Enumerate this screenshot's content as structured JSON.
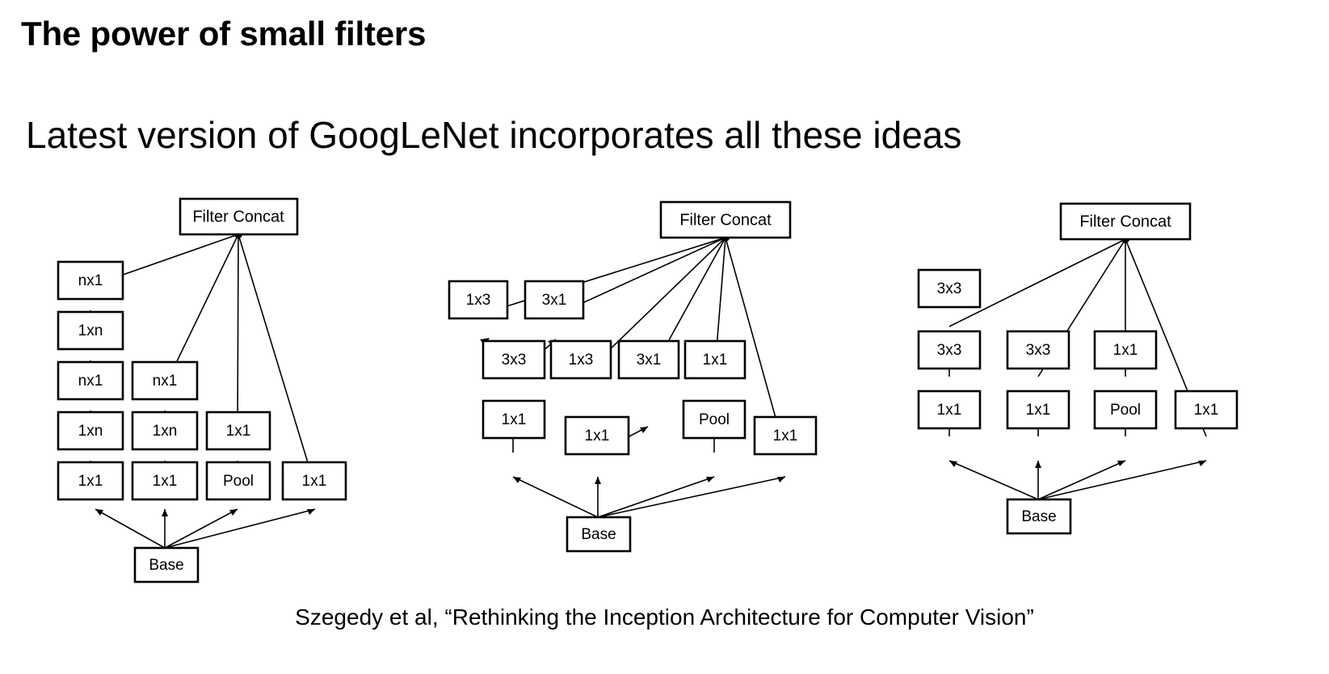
{
  "slide": {
    "title": "The power of small filters",
    "subtitle": "Latest version of GoogLeNet incorporates all these ideas",
    "caption": "Szegedy et al, “Rethinking the Inception Architecture for Computer Vision”",
    "background_color": "#ffffff",
    "text_color": "#000000",
    "stroke_color": "#000000"
  },
  "diagrams": [
    {
      "id": "inception-module-left",
      "name": "asymmetric-factorized-nxn-module",
      "concat_label": "Filter Concat",
      "base_label": "Base",
      "branches": [
        {
          "name": "branch-1-deep-asymmetric",
          "nodes": [
            "1x1",
            "1xn",
            "nx1",
            "1xn",
            "nx1"
          ]
        },
        {
          "name": "branch-2-asymmetric",
          "nodes": [
            "1x1",
            "1xn",
            "nx1"
          ]
        },
        {
          "name": "branch-3-pool",
          "nodes": [
            "Pool",
            "1x1"
          ]
        },
        {
          "name": "branch-4-projection",
          "nodes": [
            "1x1"
          ]
        }
      ]
    },
    {
      "id": "inception-module-middle",
      "name": "expanded-filter-bank-module",
      "concat_label": "Filter Concat",
      "base_label": "Base",
      "branches": [
        {
          "name": "branch-1-3x3-split",
          "nodes": [
            "1x1",
            "3x3"
          ],
          "split": [
            "1x3",
            "3x1"
          ]
        },
        {
          "name": "branch-2-1x1-split",
          "nodes": [
            "1x1"
          ],
          "split": [
            "1x3",
            "3x1"
          ]
        },
        {
          "name": "branch-3-pool",
          "nodes": [
            "Pool",
            "1x1"
          ]
        },
        {
          "name": "branch-4-projection",
          "nodes": [
            "1x1"
          ]
        }
      ]
    },
    {
      "id": "inception-module-right",
      "name": "classic-3x3-factorized-module",
      "concat_label": "Filter Concat",
      "base_label": "Base",
      "branches": [
        {
          "name": "branch-1-double-3x3",
          "nodes": [
            "1x1",
            "3x3",
            "3x3"
          ]
        },
        {
          "name": "branch-2-single-3x3",
          "nodes": [
            "1x1",
            "3x3"
          ]
        },
        {
          "name": "branch-3-pool",
          "nodes": [
            "Pool",
            "1x1"
          ]
        },
        {
          "name": "branch-4-projection",
          "nodes": [
            "1x1"
          ]
        }
      ]
    }
  ]
}
